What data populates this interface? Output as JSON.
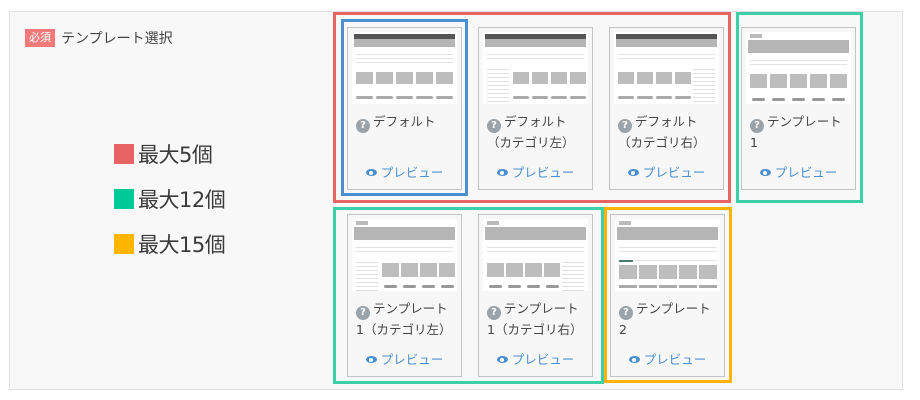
{
  "field": {
    "required_badge": "必須",
    "title": "テンプレート選択"
  },
  "legend": [
    {
      "label": "最大5個",
      "color": "#e86464"
    },
    {
      "label": "最大12個",
      "color": "#00c896"
    },
    {
      "label": "最大15個",
      "color": "#ffb400"
    }
  ],
  "frames": {
    "red": "#e86464",
    "blue": "#4a8fd0",
    "green": "#3fcfa6",
    "orange": "#ffb400"
  },
  "templates": [
    {
      "name_line1": "デフォルト",
      "name_line2": "",
      "help_icon": "question-circle-icon",
      "preview_label": "プレビュー",
      "selected": true
    },
    {
      "name_line1": "デフォルト",
      "name_line2": "（カテゴリ左）",
      "help_icon": "question-circle-icon",
      "preview_label": "プレビュー",
      "selected": false
    },
    {
      "name_line1": "デフォルト",
      "name_line2": "（カテゴリ右）",
      "help_icon": "question-circle-icon",
      "preview_label": "プレビュー",
      "selected": false
    },
    {
      "name_line1": "テンプレート",
      "name_line2": "1",
      "help_icon": "question-circle-icon",
      "preview_label": "プレビュー",
      "selected": false
    },
    {
      "name_line1": "テンプレート",
      "name_line2": "1（カテゴリ左）",
      "help_icon": "question-circle-icon",
      "preview_label": "プレビュー",
      "selected": false
    },
    {
      "name_line1": "テンプレート",
      "name_line2": "1（カテゴリ右）",
      "help_icon": "question-circle-icon",
      "preview_label": "プレビュー",
      "selected": false
    },
    {
      "name_line1": "テンプレート",
      "name_line2": "2",
      "help_icon": "question-circle-icon",
      "preview_label": "プレビュー",
      "selected": false
    }
  ],
  "icons": {
    "help": "?",
    "preview": "eye-icon"
  }
}
